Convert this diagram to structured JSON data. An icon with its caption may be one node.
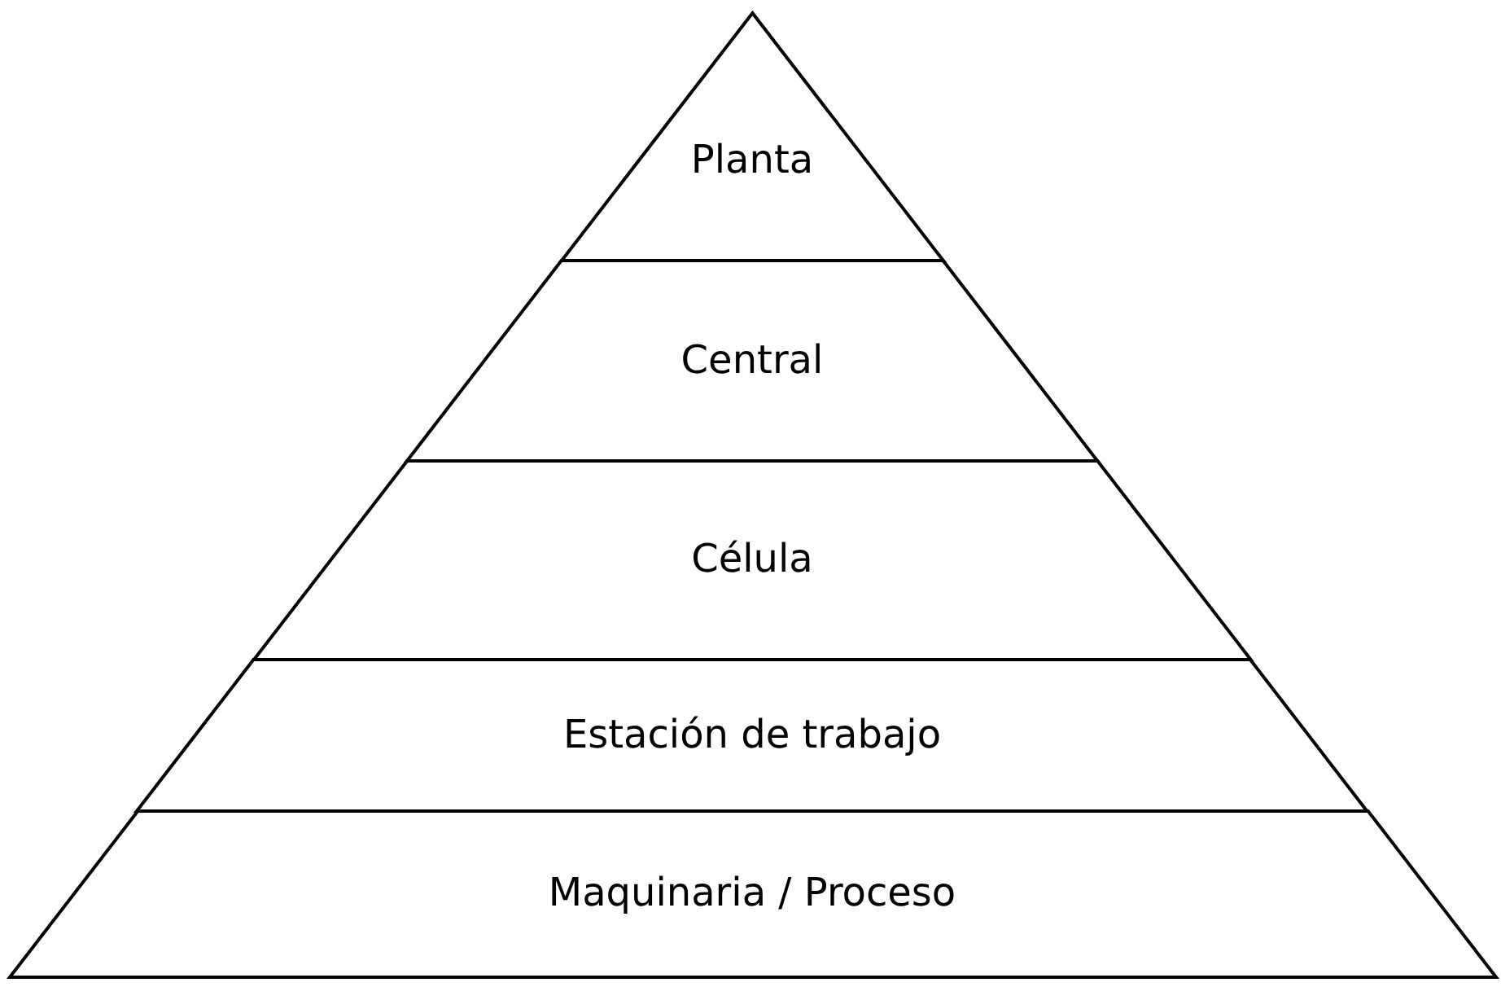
{
  "diagram": {
    "nodes": [
      {
        "text": [
          "Planta"
        ]
      },
      {
        "text": [
          "Central"
        ]
      },
      {
        "text": [
          "Célula"
        ]
      },
      {
        "text": [
          "Estación de trabajo"
        ]
      },
      {
        "text": [
          "Maquinaria / Proceso"
        ]
      }
    ]
  }
}
